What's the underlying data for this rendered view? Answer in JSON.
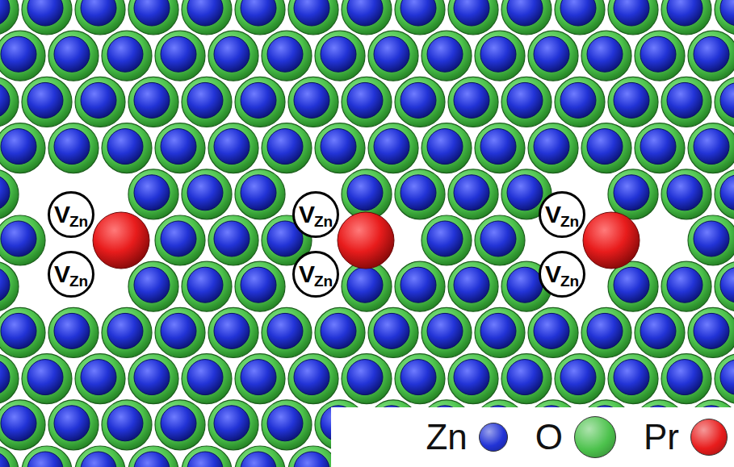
{
  "diagram": {
    "nodes": [
      {
        "text": [
          "V",
          "Zn"
        ]
      },
      {
        "text": [
          "V",
          "Zn"
        ]
      },
      {
        "text": [
          "V",
          "Zn"
        ]
      },
      {
        "text": [
          "V",
          "Zn"
        ]
      },
      {
        "text": [
          "V",
          "Zn"
        ]
      },
      {
        "text": [
          "V",
          "Zn"
        ]
      }
    ],
    "legend": [
      {
        "text": "Zn",
        "color": "#2233d6"
      },
      {
        "text": "O",
        "color": "#4cc24c"
      },
      {
        "text": "Pr",
        "color": "#e81c1c"
      }
    ]
  }
}
